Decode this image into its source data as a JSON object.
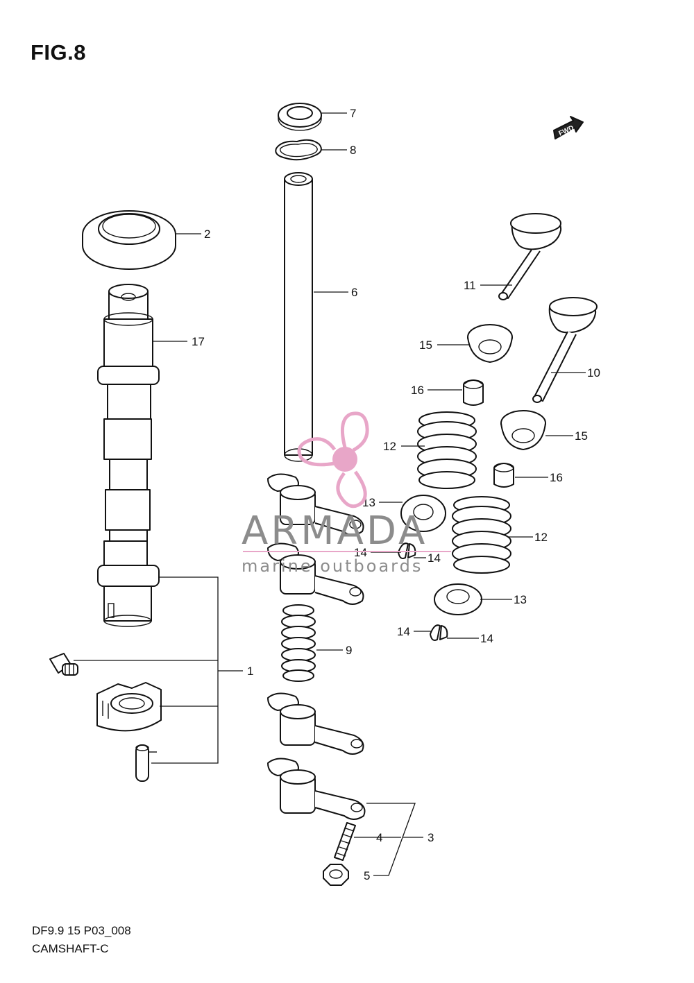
{
  "figure": {
    "title": "FIG.8",
    "code": "DF9.9 15 P03_008",
    "name": "CAMSHAFT-C"
  },
  "fwd_label": "FWD",
  "watermark": {
    "brand": "ARMADA",
    "tagline": "marine outboards",
    "color_pink": "#e8a6c8",
    "color_gray": "#8c8c8c"
  },
  "callouts": [
    {
      "id": "c1",
      "label": "1"
    },
    {
      "id": "c2",
      "label": "2"
    },
    {
      "id": "c3",
      "label": "3"
    },
    {
      "id": "c4",
      "label": "4"
    },
    {
      "id": "c5",
      "label": "5"
    },
    {
      "id": "c6",
      "label": "6"
    },
    {
      "id": "c7",
      "label": "7"
    },
    {
      "id": "c8",
      "label": "8"
    },
    {
      "id": "c9",
      "label": "9"
    },
    {
      "id": "c10",
      "label": "10"
    },
    {
      "id": "c11",
      "label": "11"
    },
    {
      "id": "c12a",
      "label": "12"
    },
    {
      "id": "c12b",
      "label": "12"
    },
    {
      "id": "c13a",
      "label": "13"
    },
    {
      "id": "c13b",
      "label": "13"
    },
    {
      "id": "c14a",
      "label": "14"
    },
    {
      "id": "c14b",
      "label": "14"
    },
    {
      "id": "c14c",
      "label": "14"
    },
    {
      "id": "c14d",
      "label": "14"
    },
    {
      "id": "c15a",
      "label": "15"
    },
    {
      "id": "c15b",
      "label": "15"
    },
    {
      "id": "c16a",
      "label": "16"
    },
    {
      "id": "c16b",
      "label": "16"
    },
    {
      "id": "c17",
      "label": "17"
    }
  ]
}
